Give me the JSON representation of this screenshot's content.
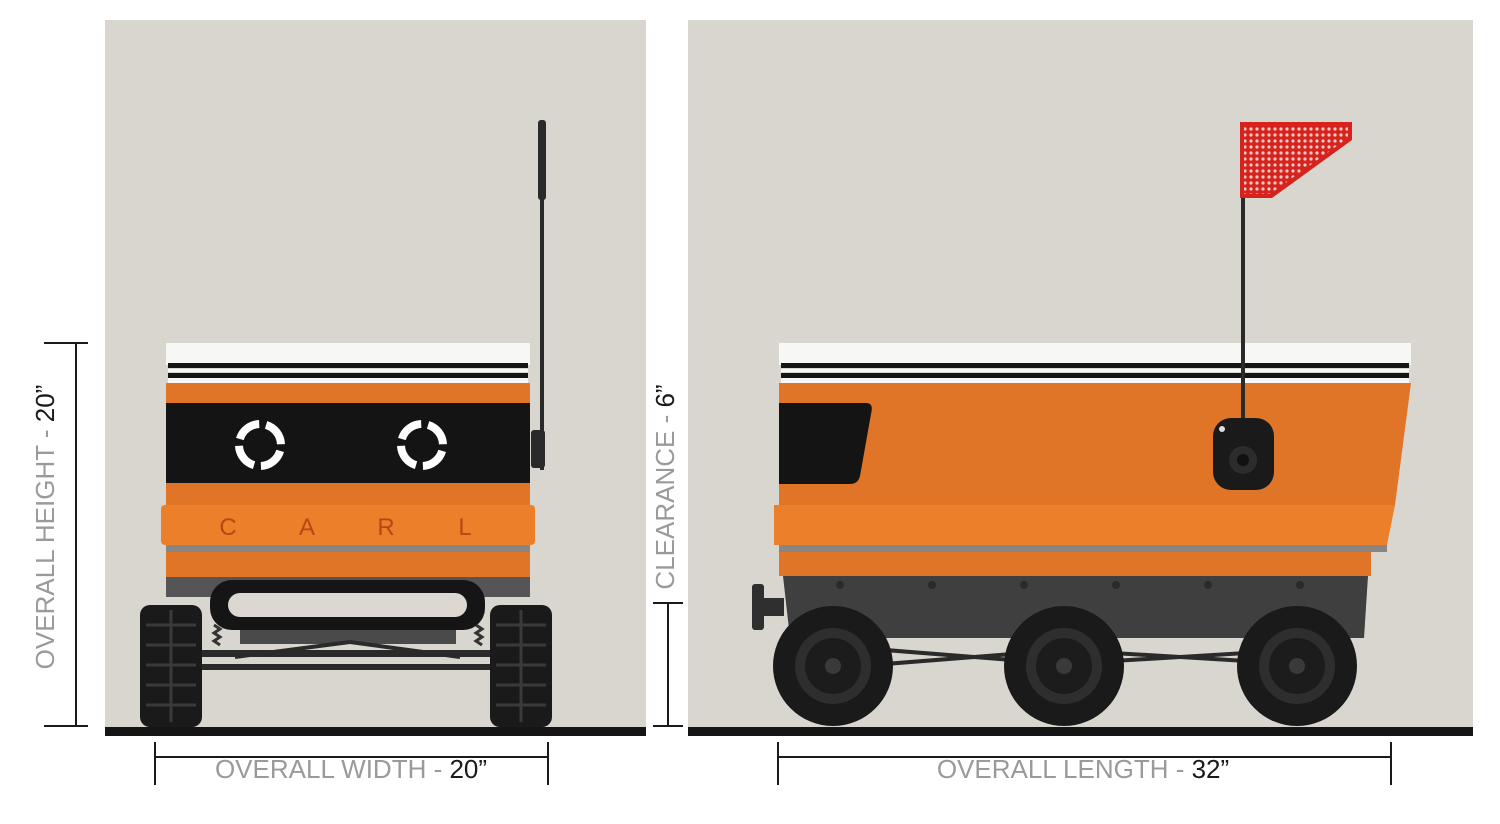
{
  "colors": {
    "background": "#d9d5cf",
    "body_orange": "#e07528",
    "band_orange": "#ec7f2a",
    "lid_white": "#f7f7f5",
    "black": "#121212",
    "chassis_grey": "#3f3f3f",
    "flag_red": "#d6231d",
    "dimension_line": "#1a1a1a",
    "label_grey": "#9a9a9a"
  },
  "front_view": {
    "brand_letters": [
      "C",
      "A",
      "R",
      "L"
    ]
  },
  "dimensions": {
    "height": {
      "label": "OVERALL HEIGHT",
      "separator": " - ",
      "value": "20”"
    },
    "width": {
      "label": "OVERALL WIDTH",
      "separator": " - ",
      "value": "20”"
    },
    "clearance": {
      "label": "CLEARANCE",
      "separator": " - ",
      "value": "6”"
    },
    "length": {
      "label": "OVERALL LENGTH",
      "separator": " - ",
      "value": "32”"
    }
  }
}
